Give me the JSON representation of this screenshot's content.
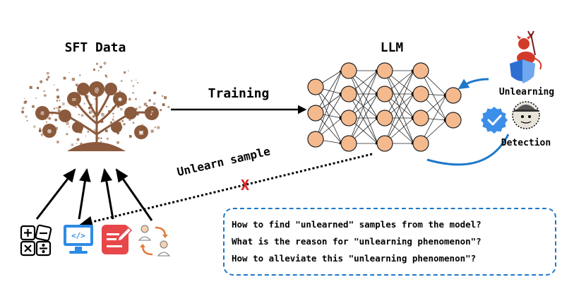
{
  "labels": {
    "sft_data": "SFT Data",
    "llm": "LLM",
    "training": "Training",
    "unlearn_sample": "Unlearn sample",
    "unlearning": "Unlearning",
    "detection": "Detection",
    "cross_mark": "X"
  },
  "questions": [
    "How to find \"unlearned\" samples from the model?",
    "What is the reason for \"unlearning phenomenon\"?",
    "How to alleviate this \"unlearning phenomenon\"?"
  ],
  "icons": {
    "data_tree": "tree-of-data-icons",
    "math": "math-operators-icon",
    "code": "code-monitor-icon",
    "writing": "writing-icon",
    "conversation": "conversation-icon",
    "devil": "devil-icon",
    "shield": "shield-icon",
    "badge": "verified-badge-icon",
    "detective": "detective-icon"
  },
  "colors": {
    "neuron_fill": "#f5b98e",
    "tree_brown": "#8b5a3c",
    "blue": "#1e78c8",
    "red": "#e02020",
    "code_blue": "#2d8be6",
    "writing_red": "#e8474a"
  }
}
